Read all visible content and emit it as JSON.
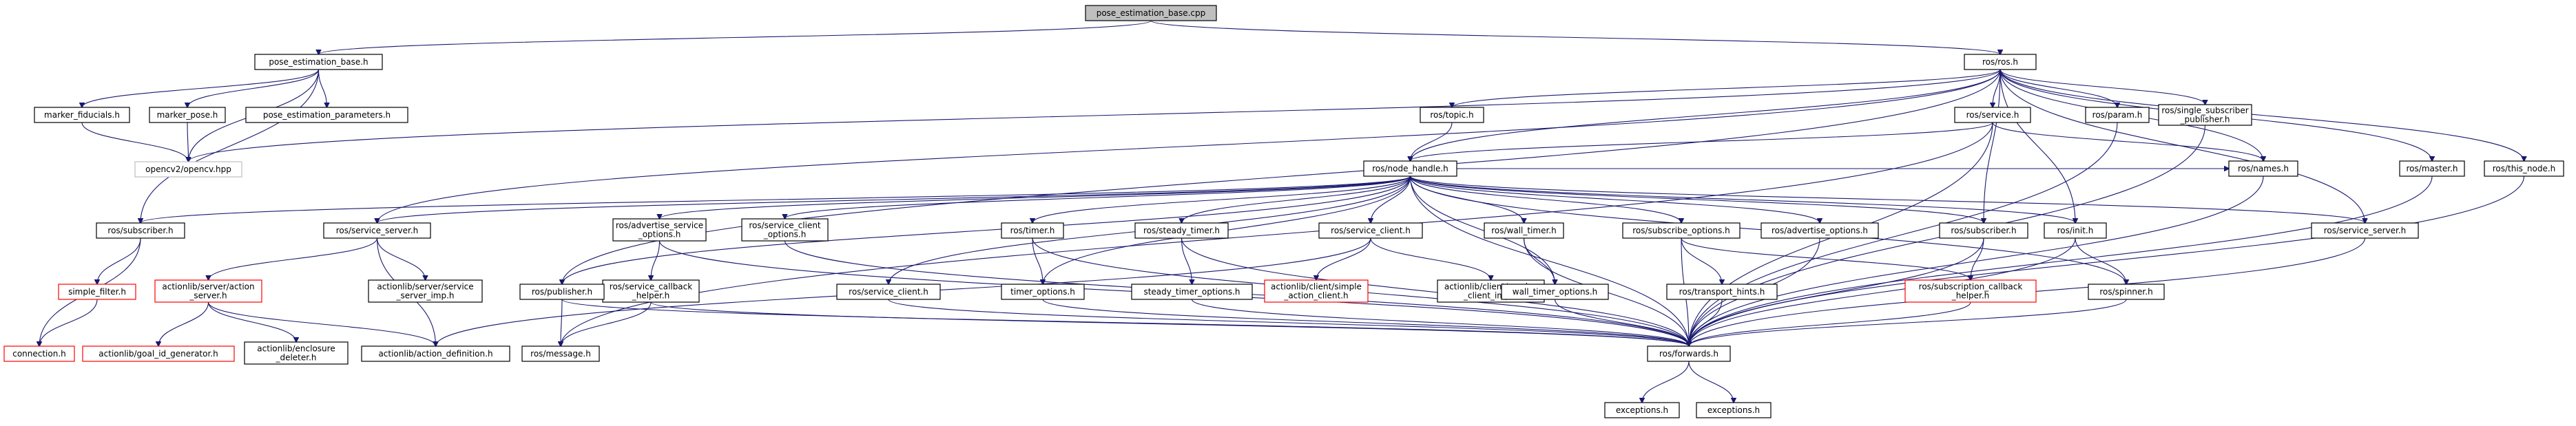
{
  "nodes": [
    {
      "id": "pose_estimation_base_cpp",
      "lines": [
        "pose_estimation_base.cpp"
      ],
      "style": "gray"
    },
    {
      "id": "pose_estimation_base_h",
      "lines": [
        "pose_estimation_base.h"
      ],
      "style": "normal"
    },
    {
      "id": "ros_ros_h",
      "lines": [
        "ros/ros.h"
      ],
      "style": "normal"
    },
    {
      "id": "marker_fiducials_h",
      "lines": [
        "marker_fiducials.h"
      ],
      "style": "normal"
    },
    {
      "id": "marker_pose_h",
      "lines": [
        "marker_pose.h"
      ],
      "style": "normal"
    },
    {
      "id": "pose_estimation_parameters_h",
      "lines": [
        "pose_estimation_parameters.h"
      ],
      "style": "normal"
    },
    {
      "id": "opencv_hpp",
      "lines": [
        "opencv2/opencv.hpp"
      ],
      "style": "lightgray"
    },
    {
      "id": "ros_topic_h",
      "lines": [
        "ros/topic.h"
      ],
      "style": "normal"
    },
    {
      "id": "ros_service_h",
      "lines": [
        "ros/service.h"
      ],
      "style": "normal"
    },
    {
      "id": "ros_param_h",
      "lines": [
        "ros/param.h"
      ],
      "style": "normal"
    },
    {
      "id": "ros_single_subscriber_publisher_h",
      "lines": [
        "ros/single_subscriber",
        "_publisher.h"
      ],
      "style": "normal"
    },
    {
      "id": "ros_names_h",
      "lines": [
        "ros/names.h"
      ],
      "style": "normal"
    },
    {
      "id": "ros_master_h",
      "lines": [
        "ros/master.h"
      ],
      "style": "normal"
    },
    {
      "id": "ros_this_node_h",
      "lines": [
        "ros/this_node.h"
      ],
      "style": "normal"
    },
    {
      "id": "ros_node_handle_h",
      "lines": [
        "ros/node_handle.h"
      ],
      "style": "normal"
    },
    {
      "id": "ros_subscriber_h_left",
      "lines": [
        "ros/subscriber.h"
      ],
      "style": "normal"
    },
    {
      "id": "ros_service_server_h_left",
      "lines": [
        "ros/service_server.h"
      ],
      "style": "normal"
    },
    {
      "id": "ros_advertise_service_options_h",
      "lines": [
        "ros/advertise_service",
        "_options.h"
      ],
      "style": "normal"
    },
    {
      "id": "ros_service_client_options_h",
      "lines": [
        "ros/service_client",
        "_options.h"
      ],
      "style": "normal"
    },
    {
      "id": "ros_timer_h",
      "lines": [
        "ros/timer.h"
      ],
      "style": "normal"
    },
    {
      "id": "ros_steady_timer_h",
      "lines": [
        "ros/steady_timer.h"
      ],
      "style": "normal"
    },
    {
      "id": "ros_service_client_h_mid",
      "lines": [
        "ros/service_client.h"
      ],
      "style": "normal"
    },
    {
      "id": "ros_wall_timer_h",
      "lines": [
        "ros/wall_timer.h"
      ],
      "style": "normal"
    },
    {
      "id": "ros_subscribe_options_h",
      "lines": [
        "ros/subscribe_options.h"
      ],
      "style": "normal"
    },
    {
      "id": "ros_advertise_options_h",
      "lines": [
        "ros/advertise_options.h"
      ],
      "style": "normal"
    },
    {
      "id": "ros_subscriber_h_right",
      "lines": [
        "ros/subscriber.h"
      ],
      "style": "normal"
    },
    {
      "id": "ros_init_h",
      "lines": [
        "ros/init.h"
      ],
      "style": "normal"
    },
    {
      "id": "ros_service_server_h_right",
      "lines": [
        "ros/service_server.h"
      ],
      "style": "normal"
    },
    {
      "id": "simple_filter_h",
      "lines": [
        "simple_filter.h"
      ],
      "style": "red"
    },
    {
      "id": "actionlib_server_action_server_h",
      "lines": [
        "actionlib/server/action",
        "_server.h"
      ],
      "style": "red"
    },
    {
      "id": "actionlib_server_service_server_imp_h",
      "lines": [
        "actionlib/server/service",
        "_server_imp.h"
      ],
      "style": "normal"
    },
    {
      "id": "ros_service_callback_helper_h",
      "lines": [
        "ros/service_callback",
        "_helper.h"
      ],
      "style": "normal"
    },
    {
      "id": "actionlib_client_simple_action_client_h",
      "lines": [
        "actionlib/client/simple",
        "_action_client.h"
      ],
      "style": "red"
    },
    {
      "id": "actionlib_client_service_client_imp_h",
      "lines": [
        "actionlib/client/service",
        "_client_imp.h"
      ],
      "style": "normal"
    },
    {
      "id": "ros_publisher_h",
      "lines": [
        "ros/publisher.h"
      ],
      "style": "normal"
    },
    {
      "id": "ros_service_client_h_low",
      "lines": [
        "ros/service_client.h"
      ],
      "style": "normal"
    },
    {
      "id": "timer_options_h",
      "lines": [
        "timer_options.h"
      ],
      "style": "normal"
    },
    {
      "id": "steady_timer_options_h",
      "lines": [
        "steady_timer_options.h"
      ],
      "style": "normal"
    },
    {
      "id": "wall_timer_options_h",
      "lines": [
        "wall_timer_options.h"
      ],
      "style": "normal"
    },
    {
      "id": "ros_transport_hints_h",
      "lines": [
        "ros/transport_hints.h"
      ],
      "style": "normal"
    },
    {
      "id": "ros_subscription_callback_helper_h",
      "lines": [
        "ros/subscription_callback",
        "_helper.h"
      ],
      "style": "red"
    },
    {
      "id": "ros_spinner_h",
      "lines": [
        "ros/spinner.h"
      ],
      "style": "normal"
    },
    {
      "id": "connection_h",
      "lines": [
        "connection.h"
      ],
      "style": "red"
    },
    {
      "id": "actionlib_goal_id_generator_h",
      "lines": [
        "actionlib/goal_id_generator.h"
      ],
      "style": "red"
    },
    {
      "id": "actionlib_enclosure_deleter_h",
      "lines": [
        "actionlib/enclosure",
        "_deleter.h"
      ],
      "style": "normal"
    },
    {
      "id": "actionlib_action_definition_h",
      "lines": [
        "actionlib/action_definition.h"
      ],
      "style": "normal"
    },
    {
      "id": "ros_message_h",
      "lines": [
        "ros/message.h"
      ],
      "style": "normal"
    },
    {
      "id": "ros_forwards_h",
      "lines": [
        "ros/forwards.h"
      ],
      "style": "normal"
    },
    {
      "id": "exceptions_h_left",
      "lines": [
        "exceptions.h"
      ],
      "style": "normal"
    },
    {
      "id": "exceptions_h_right",
      "lines": [
        "exceptions.h"
      ],
      "style": "normal"
    }
  ],
  "edges": [
    [
      "pose_estimation_base_cpp",
      "pose_estimation_base_h"
    ],
    [
      "pose_estimation_base_cpp",
      "ros_ros_h"
    ],
    [
      "pose_estimation_base_h",
      "marker_fiducials_h"
    ],
    [
      "pose_estimation_base_h",
      "marker_pose_h"
    ],
    [
      "pose_estimation_base_h",
      "pose_estimation_parameters_h"
    ],
    [
      "pose_estimation_base_h",
      "opencv_hpp"
    ],
    [
      "pose_estimation_base_h",
      "ros_subscriber_h_left"
    ],
    [
      "marker_fiducials_h",
      "opencv_hpp"
    ],
    [
      "marker_pose_h",
      "opencv_hpp"
    ],
    [
      "ros_ros_h",
      "opencv_hpp"
    ],
    [
      "ros_ros_h",
      "ros_topic_h"
    ],
    [
      "ros_ros_h",
      "ros_service_h"
    ],
    [
      "ros_ros_h",
      "ros_param_h"
    ],
    [
      "ros_ros_h",
      "ros_single_subscriber_publisher_h"
    ],
    [
      "ros_ros_h",
      "ros_names_h"
    ],
    [
      "ros_ros_h",
      "ros_master_h"
    ],
    [
      "ros_ros_h",
      "ros_this_node_h"
    ],
    [
      "ros_ros_h",
      "ros_node_handle_h"
    ],
    [
      "ros_ros_h",
      "ros_service_server_h_left"
    ],
    [
      "ros_ros_h",
      "ros_publisher_h"
    ],
    [
      "ros_ros_h",
      "ros_subscriber_h_right"
    ],
    [
      "ros_ros_h",
      "ros_init_h"
    ],
    [
      "ros_ros_h",
      "ros_service_server_h_right"
    ],
    [
      "ros_topic_h",
      "ros_node_handle_h"
    ],
    [
      "ros_service_h",
      "ros_node_handle_h"
    ],
    [
      "ros_service_h",
      "ros_names_h"
    ],
    [
      "ros_service_h",
      "ros_message_h"
    ],
    [
      "ros_service_h",
      "ros_forwards_h"
    ],
    [
      "ros_param_h",
      "ros_forwards_h"
    ],
    [
      "ros_single_subscriber_publisher_h",
      "ros_forwards_h"
    ],
    [
      "ros_names_h",
      "ros_forwards_h"
    ],
    [
      "ros_master_h",
      "ros_forwards_h"
    ],
    [
      "ros_this_node_h",
      "ros_forwards_h"
    ],
    [
      "ros_node_handle_h",
      "ros_names_h"
    ],
    [
      "ros_node_handle_h",
      "ros_subscriber_h_left"
    ],
    [
      "ros_node_handle_h",
      "ros_service_server_h_left"
    ],
    [
      "ros_node_handle_h",
      "ros_advertise_service_options_h"
    ],
    [
      "ros_node_handle_h",
      "ros_service_client_options_h"
    ],
    [
      "ros_node_handle_h",
      "ros_timer_h"
    ],
    [
      "ros_node_handle_h",
      "ros_steady_timer_h"
    ],
    [
      "ros_node_handle_h",
      "ros_service_client_h_mid"
    ],
    [
      "ros_node_handle_h",
      "ros_wall_timer_h"
    ],
    [
      "ros_node_handle_h",
      "ros_subscribe_options_h"
    ],
    [
      "ros_node_handle_h",
      "ros_advertise_options_h"
    ],
    [
      "ros_node_handle_h",
      "ros_subscriber_h_right"
    ],
    [
      "ros_node_handle_h",
      "ros_init_h"
    ],
    [
      "ros_node_handle_h",
      "ros_service_server_h_right"
    ],
    [
      "ros_node_handle_h",
      "ros_publisher_h"
    ],
    [
      "ros_node_handle_h",
      "ros_service_client_h_low"
    ],
    [
      "ros_node_handle_h",
      "timer_options_h"
    ],
    [
      "ros_node_handle_h",
      "wall_timer_options_h"
    ],
    [
      "ros_node_handle_h",
      "ros_spinner_h"
    ],
    [
      "ros_node_handle_h",
      "ros_forwards_h"
    ],
    [
      "ros_subscriber_h_left",
      "simple_filter_h"
    ],
    [
      "ros_subscriber_h_left",
      "connection_h"
    ],
    [
      "simple_filter_h",
      "connection_h"
    ],
    [
      "ros_service_server_h_left",
      "actionlib_server_action_server_h"
    ],
    [
      "ros_service_server_h_left",
      "actionlib_server_service_server_imp_h"
    ],
    [
      "ros_service_server_h_left",
      "actionlib_action_definition_h"
    ],
    [
      "actionlib_server_action_server_h",
      "actionlib_goal_id_generator_h"
    ],
    [
      "actionlib_server_action_server_h",
      "actionlib_enclosure_deleter_h"
    ],
    [
      "actionlib_server_action_server_h",
      "actionlib_action_definition_h"
    ],
    [
      "ros_advertise_service_options_h",
      "ros_service_callback_helper_h"
    ],
    [
      "ros_advertise_service_options_h",
      "ros_forwards_h"
    ],
    [
      "ros_service_callback_helper_h",
      "ros_message_h"
    ],
    [
      "ros_service_callback_helper_h",
      "ros_forwards_h"
    ],
    [
      "ros_service_client_options_h",
      "ros_forwards_h"
    ],
    [
      "ros_timer_h",
      "timer_options_h"
    ],
    [
      "ros_timer_h",
      "ros_forwards_h"
    ],
    [
      "ros_steady_timer_h",
      "steady_timer_options_h"
    ],
    [
      "ros_steady_timer_h",
      "ros_forwards_h"
    ],
    [
      "ros_service_client_h_mid",
      "actionlib_client_simple_action_client_h"
    ],
    [
      "ros_service_client_h_mid",
      "actionlib_client_service_client_imp_h"
    ],
    [
      "ros_service_client_h_mid",
      "actionlib_action_definition_h"
    ],
    [
      "ros_wall_timer_h",
      "wall_timer_options_h"
    ],
    [
      "ros_wall_timer_h",
      "ros_forwards_h"
    ],
    [
      "ros_subscribe_options_h",
      "ros_transport_hints_h"
    ],
    [
      "ros_subscribe_options_h",
      "ros_subscription_callback_helper_h"
    ],
    [
      "ros_subscribe_options_h",
      "ros_forwards_h"
    ],
    [
      "ros_advertise_options_h",
      "ros_forwards_h"
    ],
    [
      "ros_subscriber_h_right",
      "ros_subscription_callback_helper_h"
    ],
    [
      "ros_subscriber_h_right",
      "ros_forwards_h"
    ],
    [
      "ros_init_h",
      "ros_spinner_h"
    ],
    [
      "ros_init_h",
      "ros_forwards_h"
    ],
    [
      "ros_service_server_h_right",
      "ros_forwards_h"
    ],
    [
      "ros_publisher_h",
      "ros_message_h"
    ],
    [
      "ros_publisher_h",
      "ros_forwards_h"
    ],
    [
      "ros_service_client_h_low",
      "ros_forwards_h"
    ],
    [
      "timer_options_h",
      "ros_forwards_h"
    ],
    [
      "steady_timer_options_h",
      "ros_forwards_h"
    ],
    [
      "wall_timer_options_h",
      "ros_forwards_h"
    ],
    [
      "ros_transport_hints_h",
      "ros_forwards_h"
    ],
    [
      "ros_subscription_callback_helper_h",
      "ros_forwards_h"
    ],
    [
      "ros_spinner_h",
      "ros_forwards_h"
    ],
    [
      "ros_forwards_h",
      "exceptions_h_left"
    ],
    [
      "ros_forwards_h",
      "exceptions_h_right"
    ]
  ]
}
